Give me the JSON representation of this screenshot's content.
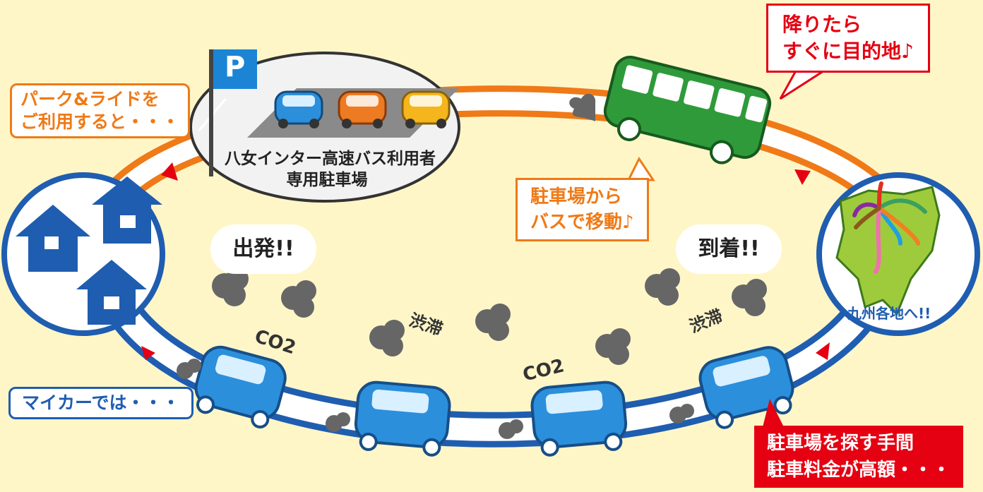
{
  "colors": {
    "background": "#fff6c8",
    "orange": "#ef7a17",
    "blue": "#1f5db0",
    "red": "#e50012",
    "bus_green": "#2f9a3a",
    "car_blue": "#2b8fdc",
    "car_orange": "#ee7a22",
    "car_yellow": "#f4b51d",
    "map_green": "#9ecb3c",
    "smoke": "#666666"
  },
  "icons": [
    "parking-sign-icon",
    "house-icon",
    "bus-icon",
    "car-icon",
    "smoke-cloud-icon",
    "kyushu-map-icon",
    "arrow-icon"
  ],
  "labels": {
    "parking_sign": "P",
    "park_and_ride": [
      "パーク&ライドを",
      "ご利用すると・・・"
    ],
    "parking_lot": [
      "八女インター高速バス利用者",
      "専用駐車場"
    ],
    "bus_callout": [
      "降りたら",
      "すぐに目的地♪"
    ],
    "move_by_bus": [
      "駐車場から",
      "バスで移動♪"
    ],
    "depart": "出発!!",
    "arrive": "到着!!",
    "destination": "九州各地へ!!",
    "my_car": "マイカーでは・・・",
    "co2_left": "CO2",
    "co2_right": "CO2",
    "jam_left": "渋滞",
    "jam_right": "渋滞",
    "drawbacks": [
      "駐車場を探す手間",
      "駐車料金が高額・・・"
    ]
  }
}
